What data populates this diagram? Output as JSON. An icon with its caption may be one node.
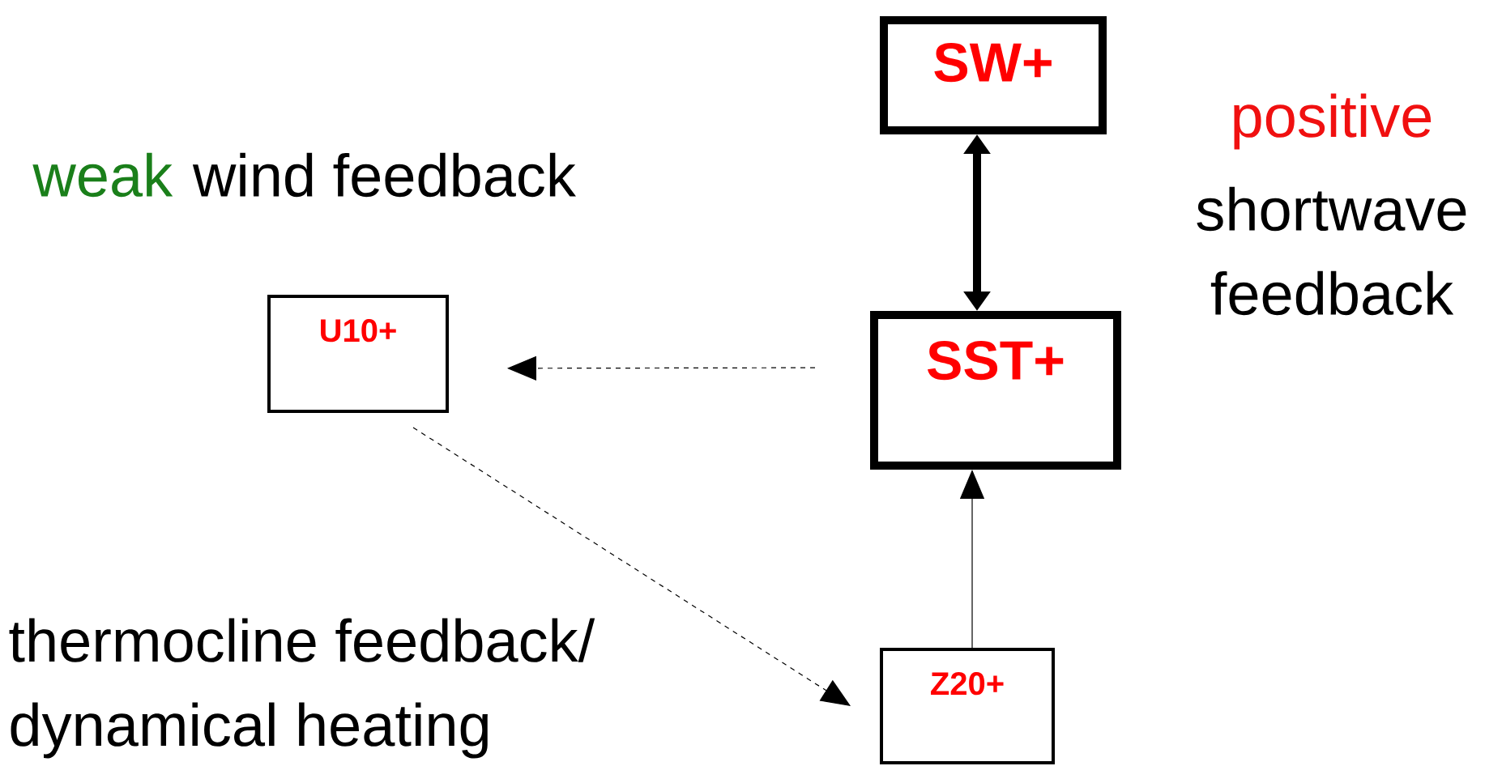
{
  "diagram": {
    "nodes": [
      {
        "text": [
          "SW+"
        ]
      },
      {
        "text": [
          "SST+"
        ]
      },
      {
        "text": [
          "U10+"
        ]
      },
      {
        "text": [
          "Z20+"
        ]
      }
    ],
    "edges": [
      {
        "from": 0,
        "to": 1,
        "arrow": "both",
        "style": "thick"
      },
      {
        "from": 1,
        "to": 2,
        "arrow": "to",
        "style": "dashed"
      },
      {
        "from": 2,
        "to": 3,
        "arrow": "to",
        "style": "dashed"
      },
      {
        "from": 3,
        "to": 1,
        "arrow": "to"
      }
    ],
    "labels": [
      "weak",
      "wind feedback",
      "positive",
      "shortwave feedback",
      "thermocline feedback/ dynamical heating"
    ]
  }
}
